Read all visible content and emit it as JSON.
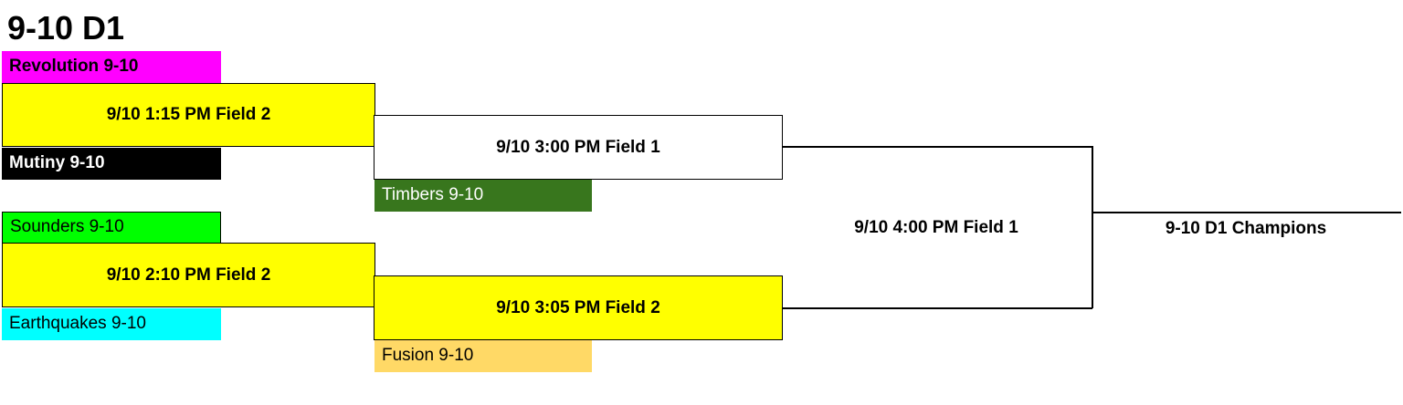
{
  "title": "9-10 D1",
  "colors": {
    "match_fill": "#ffff00",
    "revolution": "#ff00ff",
    "mutiny": "#000000",
    "sounders": "#00ff00",
    "earthquakes": "#00ffff",
    "timbers": "#38761d",
    "fusion": "#ffd966"
  },
  "teams": {
    "revolution": "Revolution 9-10",
    "mutiny": "Mutiny 9-10",
    "sounders": "Sounders 9-10",
    "earthquakes": "Earthquakes 9-10",
    "timbers": "Timbers 9-10",
    "fusion": "Fusion 9-10"
  },
  "games": {
    "r1_top": "9/10 1:15 PM Field 2",
    "r1_bottom": "9/10 2:10 PM Field 2",
    "r2_top": "9/10 3:00 PM Field 1",
    "r2_bottom": "9/10 3:05 PM Field 2",
    "final": "9/10 4:00 PM Field 1"
  },
  "champion": "9-10 D1 Champions"
}
